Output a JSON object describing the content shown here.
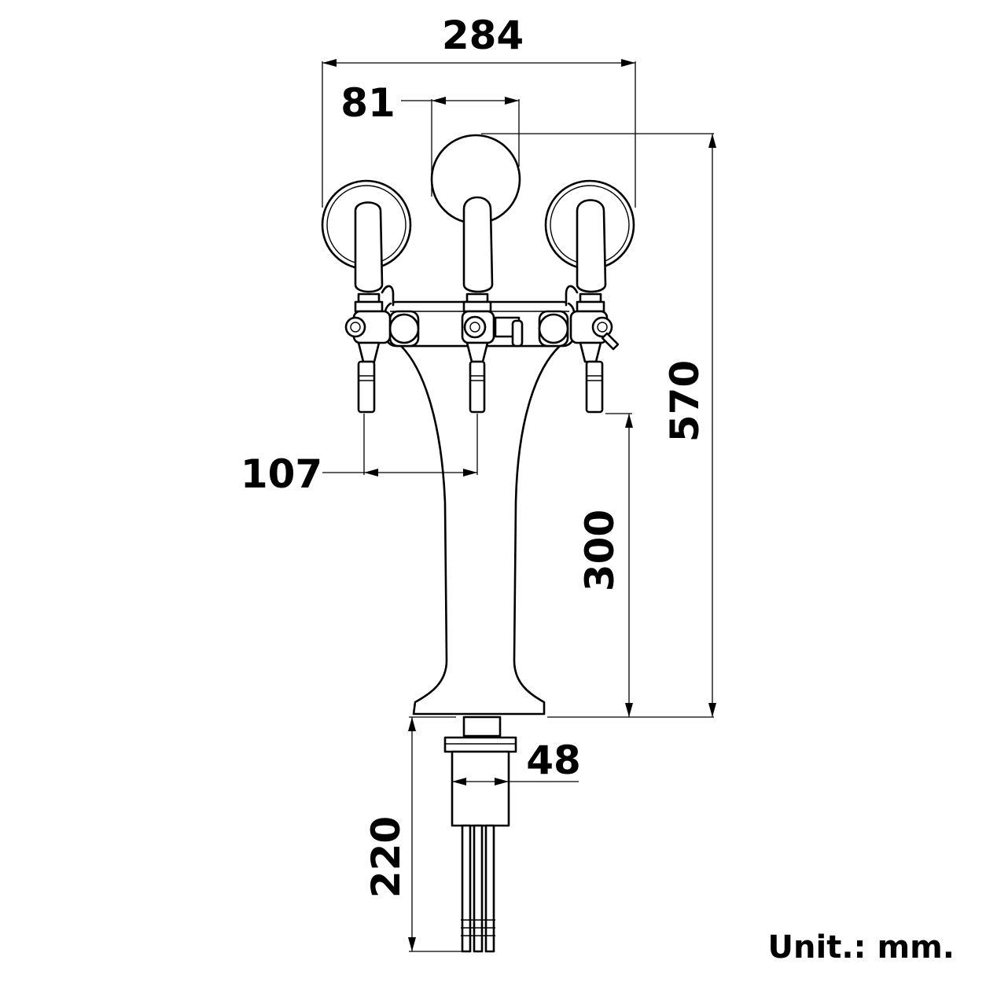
{
  "dimensions": {
    "overall_width": "284",
    "tap_spacing": "81",
    "overall_height": "570",
    "spout_spacing": "107",
    "tower_height": "300",
    "shank_diameter": "48",
    "shank_length": "220"
  },
  "unit_label": "Unit.: mm."
}
